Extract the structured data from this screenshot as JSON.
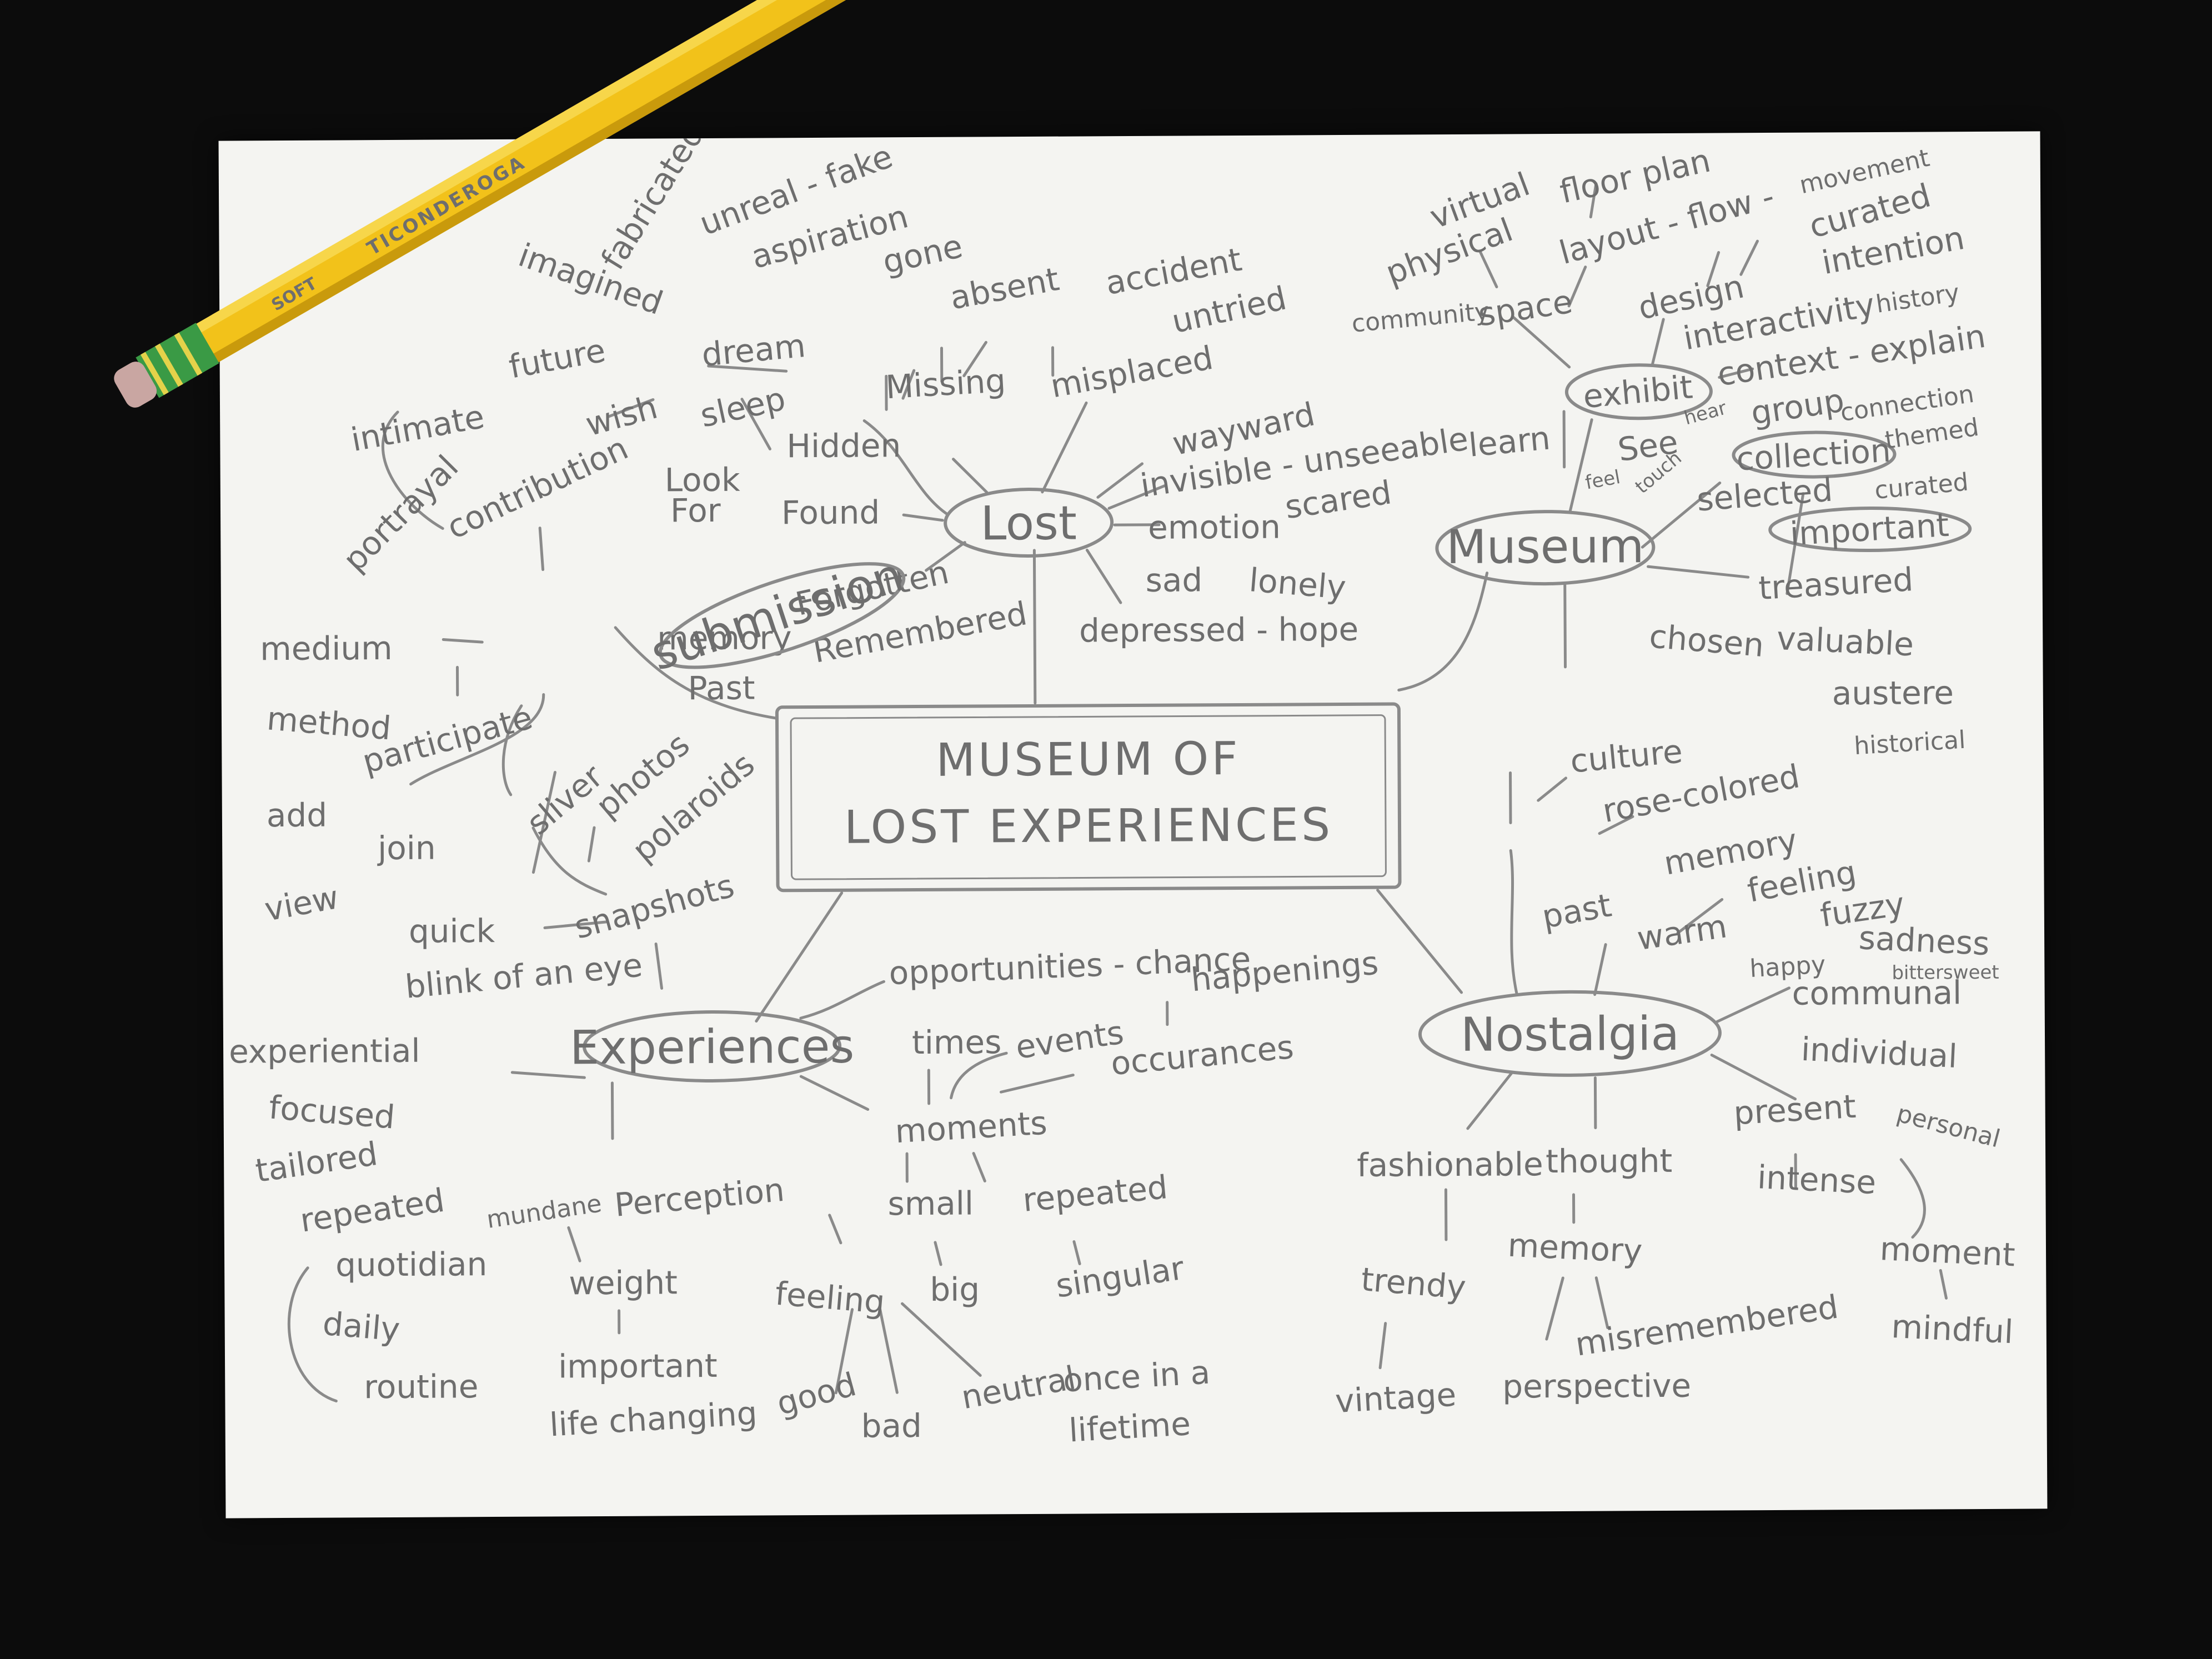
{
  "pencil": {
    "brand": "TICONDEROGA",
    "grade": "SOFT",
    "color": "#f2c21a",
    "ferrule": "#2e8b3a"
  },
  "center": {
    "line1": "MUSEUM OF",
    "line2": "LOST EXPERIENCES"
  },
  "hubs": {
    "lost": "Lost",
    "museum": "Museum",
    "submission": "submission",
    "experiences": "Experiences",
    "nostalgia": "Nostalgia"
  },
  "lost_words": {
    "imagined": "imagined",
    "fabricated": "fabricated",
    "unreal_fake": "unreal - fake",
    "aspiration": "aspiration",
    "future": "future",
    "dream": "dream",
    "wish": "wish",
    "sleep": "sleep",
    "gone": "gone",
    "absent": "absent",
    "accident": "accident",
    "untried": "untried",
    "missing": "Missing",
    "misplaced": "misplaced",
    "wayward": "wayward",
    "invisible": "invisible - unseeable",
    "hidden": "Hidden",
    "look_for": "Look",
    "for": "For",
    "found": "Found",
    "scared": "scared",
    "emotion": "emotion",
    "sad": "sad",
    "lonely": "lonely",
    "forgotten": "Forgotten",
    "remembered": "Remembered",
    "memory": "memory",
    "past": "Past",
    "depressed": "depressed - hope"
  },
  "museum_words": {
    "virtual": "virtual",
    "floor_plan": "floor plan",
    "movement": "movement",
    "physical": "physical",
    "layout_flow": "layout - flow -",
    "curated": "curated",
    "intention": "intention",
    "community": "community",
    "space": "space",
    "design": "design",
    "interactivity": "interactivity",
    "history": "history",
    "context": "context - explain",
    "exhibit": "exhibit",
    "group": "group",
    "connection": "connection",
    "themed": "themed",
    "learn": "learn",
    "hear": "hear",
    "see": "See",
    "feel": "feel",
    "touch": "touch",
    "collection": "collection",
    "curated2": "curated",
    "selected": "selected",
    "important": "important",
    "treasured": "treasured",
    "chosen": "chosen",
    "valuable": "valuable",
    "austere": "austere",
    "historical": "historical"
  },
  "submission_words": {
    "intimate": "intimate",
    "portrayal": "portrayal",
    "contribution": "contribution",
    "medium": "medium",
    "method": "method",
    "participate": "participate",
    "add": "add",
    "join": "join",
    "view": "view",
    "sliver": "sliver",
    "photos": "photos",
    "polaroids": "polaroids",
    "snapshots": "snapshots",
    "quick": "quick",
    "blink": "blink of an eye"
  },
  "experience_words": {
    "experiential": "experiential",
    "focused": "focused",
    "tailored": "tailored",
    "repeated": "repeated",
    "mundane": "mundane",
    "perception": "Perception",
    "quotidian": "quotidian",
    "daily": "daily",
    "routine": "routine",
    "weight": "weight",
    "important": "important",
    "life_changing": "life changing",
    "feeling": "feeling",
    "good": "good",
    "bad": "bad",
    "neutral": "neutral",
    "opportunities": "opportunities - chance",
    "happenings": "happenings",
    "times": "times",
    "events": "events",
    "occurances": "occurances",
    "moments": "moments",
    "small": "small",
    "repeated2": "repeated",
    "big": "big",
    "singular": "singular",
    "once": "once in a",
    "lifetime": "lifetime"
  },
  "nostalgia_words": {
    "culture": "culture",
    "rose_colored": "rose-colored",
    "past": "past",
    "memory": "memory",
    "feeling": "feeling",
    "warm": "warm",
    "fuzzy": "fuzzy",
    "sadness": "sadness",
    "happy": "happy",
    "bittersweet": "bittersweet",
    "communal": "communal",
    "individual": "individual",
    "present": "present",
    "personal": "personal",
    "intense": "intense",
    "moment": "moment",
    "mindful": "mindful",
    "fashionable": "fashionable",
    "thought": "thought",
    "memory2": "memory",
    "trendy": "trendy",
    "misremembered": "misremembered",
    "vintage": "vintage",
    "perspective": "perspective"
  }
}
